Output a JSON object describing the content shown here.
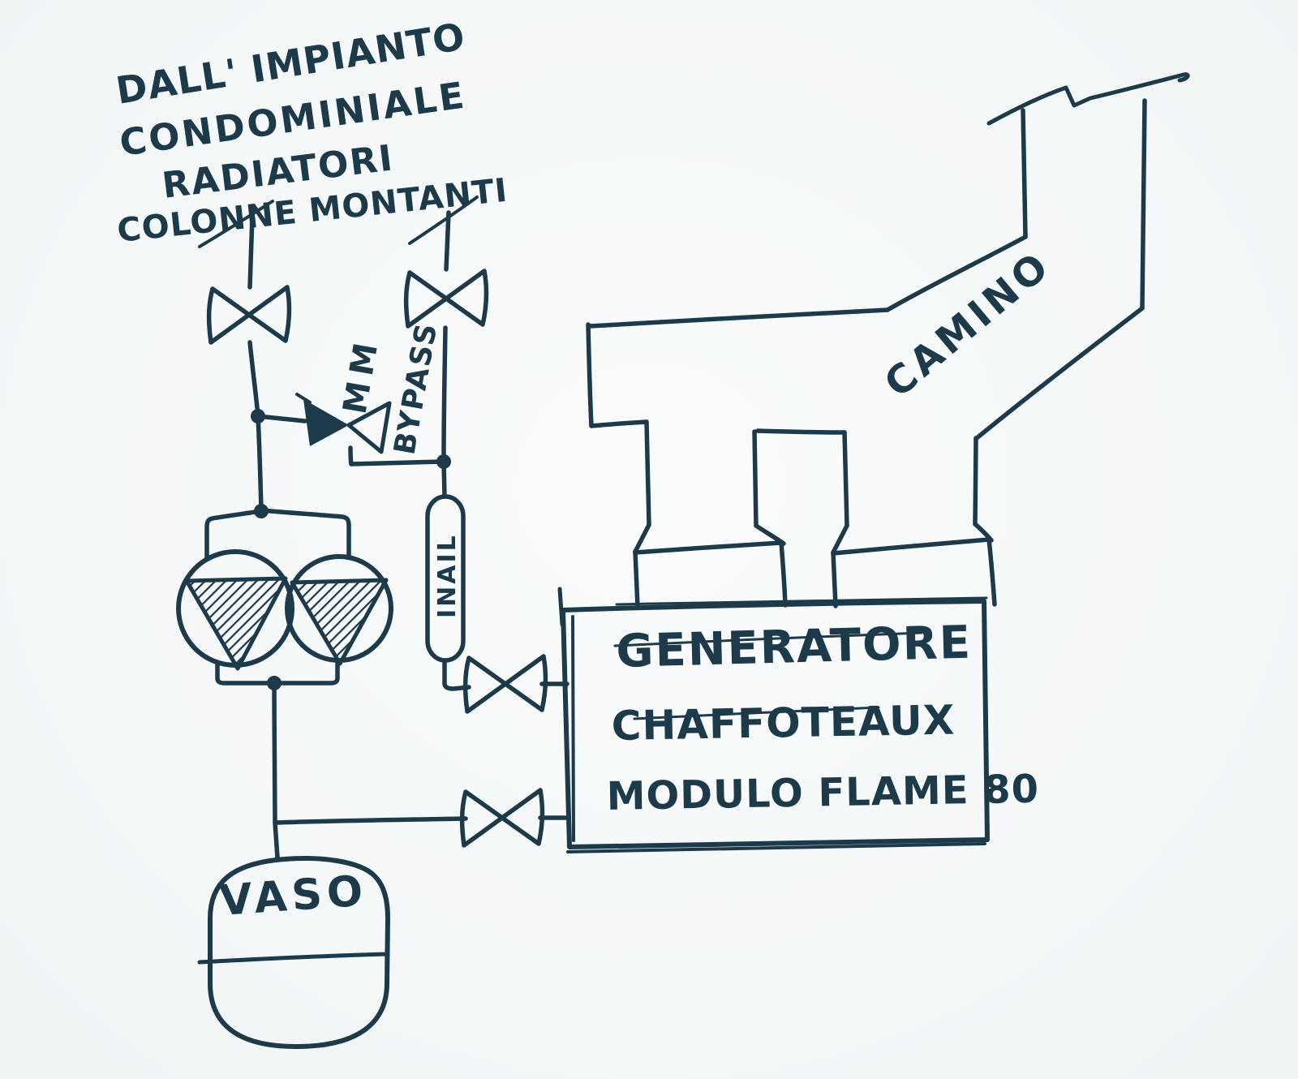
{
  "title": "Hand-drawn hydronic plant schematic",
  "colors": {
    "ink": "#1d3a4a",
    "paper": "#f5f8f9"
  },
  "note": {
    "lines": [
      "DALL' IMPIANTO",
      "CONDOMINIALE",
      "RADIATORI",
      "COLONNE MONTANTI"
    ]
  },
  "bypass": {
    "prefix": "MM",
    "name": "BYPASS"
  },
  "inail": {
    "label": "INAIL"
  },
  "vessel": {
    "label": "VASO"
  },
  "generator": {
    "lines": [
      "GENERATORE",
      "CHAFFOTEAUX",
      "MODULO FLAME 80"
    ]
  },
  "chimney": {
    "label": "CAMINO"
  },
  "components": {
    "shutoff_valves_on_risers": 2,
    "bypass_valve": 1,
    "generator_flow_valve": 1,
    "generator_return_valve": 1,
    "circulation_pumps": 2,
    "junction_dots": 4,
    "expansion_vessel": 1,
    "inail_safety_device": 1,
    "flue_hood_connections": 2
  }
}
